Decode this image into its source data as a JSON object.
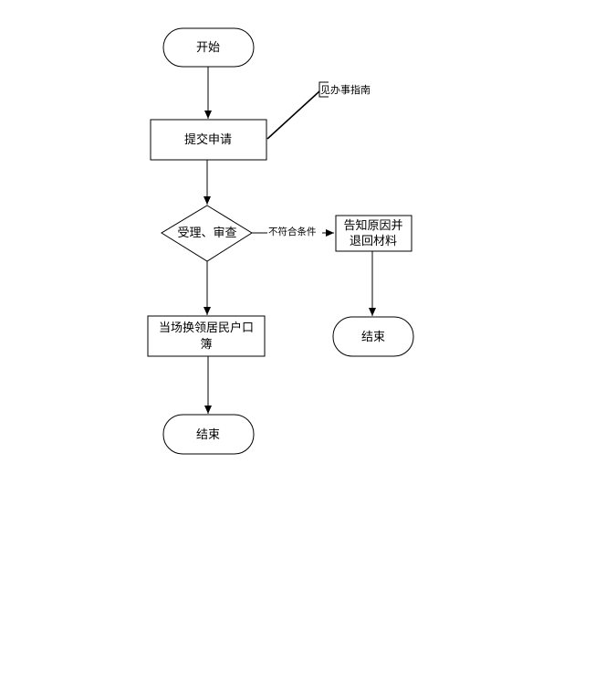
{
  "diagram": {
    "start": {
      "label": "开始"
    },
    "apply": {
      "label": "提交申请"
    },
    "note": {
      "label": "见办事指南"
    },
    "review": {
      "label": "受理、审查"
    },
    "reject_edge": {
      "label": "不符合条件"
    },
    "reject": {
      "line1": "告知原因并",
      "line2": "退回材料"
    },
    "end_right": {
      "label": "结束"
    },
    "issue": {
      "line1": "当场换领居民户口",
      "line2": "簿"
    },
    "end_main": {
      "label": "结束"
    }
  },
  "colors": {
    "stroke": "#000000",
    "fill": "#ffffff",
    "text": "#000000"
  }
}
